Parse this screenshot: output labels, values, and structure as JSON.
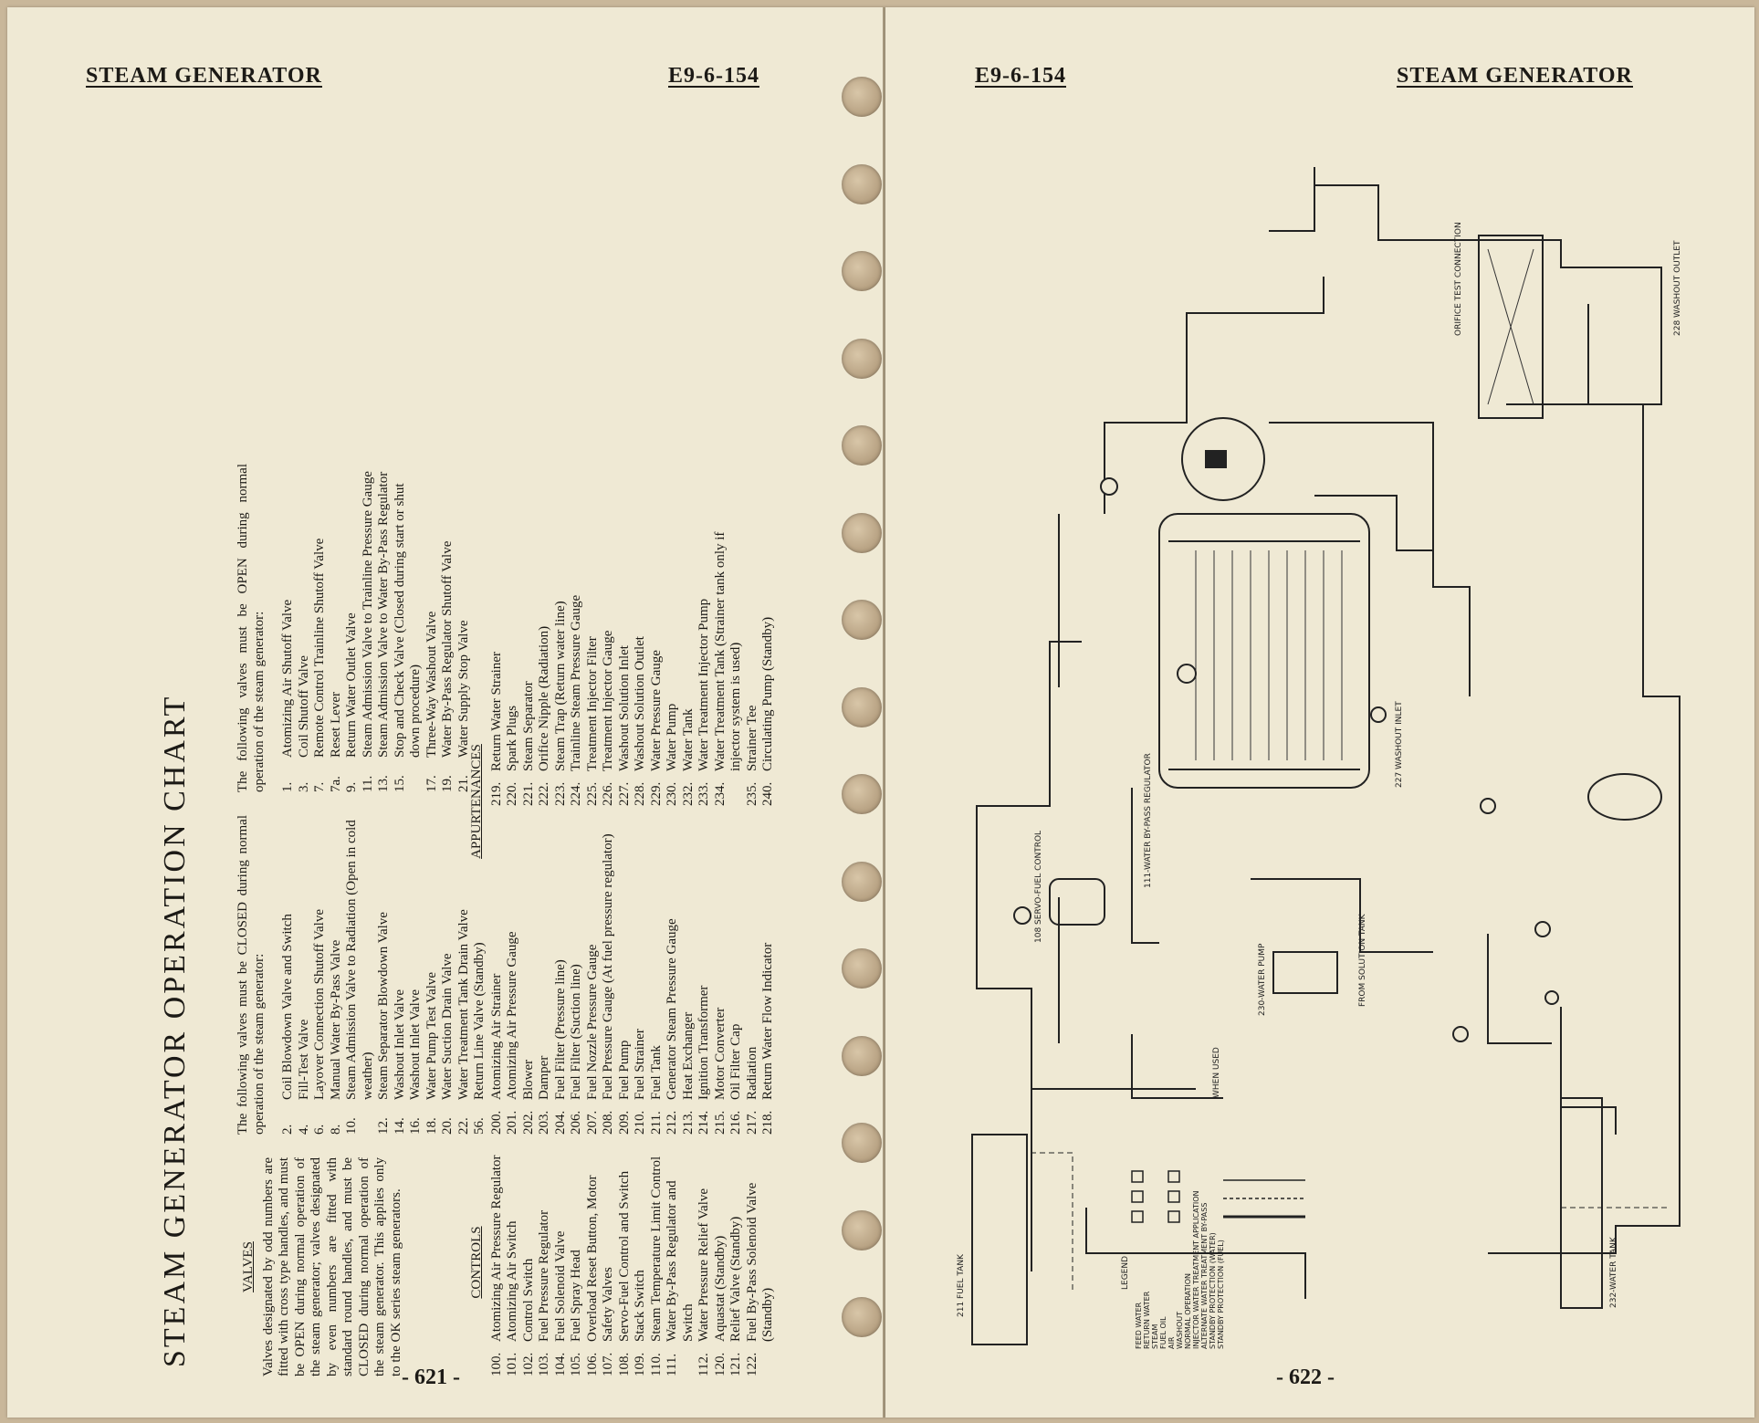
{
  "left": {
    "header_title": "STEAM GENERATOR",
    "header_code": "E9-6-154",
    "folio": "- 621 -",
    "chart_title": "STEAM GENERATOR OPERATION CHART",
    "valves": {
      "title": "VALVES",
      "text": "Valves designated by odd numbers are fitted with cross type handles, and must be OPEN during normal operation of the steam generator; valves designated by even numbers are fitted with standard round handles, and must be CLOSED during normal operation of the steam generator. This applies only to the OK series steam generators."
    },
    "closed": {
      "intro": "The following valves must be CLOSED during normal operation of the steam generator:",
      "items": [
        {
          "num": "2.",
          "label": "Coil Blowdown Valve and Switch"
        },
        {
          "num": "4.",
          "label": "Fill-Test Valve"
        },
        {
          "num": "6.",
          "label": "Layover Connection Shutoff Valve"
        },
        {
          "num": "8.",
          "label": "Manual Water By-Pass Valve"
        },
        {
          "num": "10.",
          "label": "Steam Admission Valve to Radiation (Open in cold weather)"
        },
        {
          "num": "12.",
          "label": "Steam Separator Blowdown Valve"
        },
        {
          "num": "14.",
          "label": "Washout Inlet Valve"
        },
        {
          "num": "16.",
          "label": "Washout Inlet Valve"
        },
        {
          "num": "18.",
          "label": "Water Pump Test Valve"
        },
        {
          "num": "20.",
          "label": "Water Suction Drain Valve"
        },
        {
          "num": "22.",
          "label": "Water Treatment Tank Drain Valve"
        },
        {
          "num": "56.",
          "label": "Return Line Valve (Standby)"
        }
      ]
    },
    "open": {
      "intro": "The following valves must be OPEN during normal operation of the steam generator:",
      "items": [
        {
          "num": "1.",
          "label": "Atomizing Air Shutoff Valve"
        },
        {
          "num": "3.",
          "label": "Coil Shutoff Valve"
        },
        {
          "num": "7.",
          "label": "Remote Control Trainline Shutoff Valve"
        },
        {
          "num": "7a.",
          "label": "Reset Lever"
        },
        {
          "num": "9.",
          "label": "Return Water Outlet Valve"
        },
        {
          "num": "11.",
          "label": "Steam Admission Valve to Trainline Pressure Gauge"
        },
        {
          "num": "13.",
          "label": "Steam Admission Valve to Water By-Pass Regulator"
        },
        {
          "num": "15.",
          "label": "Stop and Check Valve (Closed during start or shut down procedure)"
        },
        {
          "num": "17.",
          "label": "Three-Way Washout Valve"
        },
        {
          "num": "19.",
          "label": "Water By-Pass Regulator Shutoff Valve"
        },
        {
          "num": "21.",
          "label": "Water Supply Stop Valve"
        }
      ]
    },
    "controls": {
      "title": "CONTROLS",
      "items": [
        {
          "num": "100.",
          "label": "Atomizing Air Pressure Regulator"
        },
        {
          "num": "101.",
          "label": "Atomizing Air Switch"
        },
        {
          "num": "102.",
          "label": "Control Switch"
        },
        {
          "num": "103.",
          "label": "Fuel Pressure Regulator"
        },
        {
          "num": "104.",
          "label": "Fuel Solenoid Valve"
        },
        {
          "num": "105.",
          "label": "Fuel Spray Head"
        },
        {
          "num": "106.",
          "label": "Overload Reset Button, Motor"
        },
        {
          "num": "107.",
          "label": "Safety Valves"
        },
        {
          "num": "108.",
          "label": "Servo-Fuel Control and Switch"
        },
        {
          "num": "109.",
          "label": "Stack Switch"
        },
        {
          "num": "110.",
          "label": "Steam Temperature Limit Control"
        },
        {
          "num": "111.",
          "label": "Water By-Pass Regulator and Switch"
        },
        {
          "num": "112.",
          "label": "Water Pressure Relief Valve"
        },
        {
          "num": "120.",
          "label": "Aquastat (Standby)"
        },
        {
          "num": "121.",
          "label": "Relief Valve (Standby)"
        },
        {
          "num": "122.",
          "label": "Fuel By-Pass Solenoid Valve (Standby)"
        }
      ]
    },
    "appurtenances": {
      "title": "APPURTENANCES",
      "items_a": [
        {
          "num": "200.",
          "label": "Atomizing Air Strainer"
        },
        {
          "num": "201.",
          "label": "Atomizing Air Pressure Gauge"
        },
        {
          "num": "202.",
          "label": "Blower"
        },
        {
          "num": "203.",
          "label": "Damper"
        },
        {
          "num": "204.",
          "label": "Fuel Filter (Pressure line)"
        },
        {
          "num": "206.",
          "label": "Fuel Filter (Suction line)"
        },
        {
          "num": "207.",
          "label": "Fuel Nozzle Pressure Gauge"
        },
        {
          "num": "208.",
          "label": "Fuel Pressure Gauge (At fuel pressure regulator)"
        },
        {
          "num": "209.",
          "label": "Fuel Pump"
        },
        {
          "num": "210.",
          "label": "Fuel Strainer"
        },
        {
          "num": "211.",
          "label": "Fuel Tank"
        },
        {
          "num": "212.",
          "label": "Generator Steam Pressure Gauge"
        },
        {
          "num": "213.",
          "label": "Heat Exchanger"
        },
        {
          "num": "214.",
          "label": "Ignition Transformer"
        },
        {
          "num": "215.",
          "label": "Motor Converter"
        },
        {
          "num": "216.",
          "label": "Oil Filter Cap"
        },
        {
          "num": "217.",
          "label": "Radiation"
        },
        {
          "num": "218.",
          "label": "Return Water Flow Indicator"
        }
      ],
      "items_b": [
        {
          "num": "219.",
          "label": "Return Water Strainer"
        },
        {
          "num": "220.",
          "label": "Spark Plugs"
        },
        {
          "num": "221.",
          "label": "Steam Separator"
        },
        {
          "num": "222.",
          "label": "Orifice Nipple (Radiation)"
        },
        {
          "num": "223.",
          "label": "Steam Trap (Return water line)"
        },
        {
          "num": "224.",
          "label": "Trainline Steam Pressure Gauge"
        },
        {
          "num": "225.",
          "label": "Treatment Injector Filter"
        },
        {
          "num": "226.",
          "label": "Treatment Injector Gauge"
        },
        {
          "num": "227.",
          "label": "Washout Solution Inlet"
        },
        {
          "num": "228.",
          "label": "Washout Solution Outlet"
        },
        {
          "num": "229.",
          "label": "Water Pressure Gauge"
        },
        {
          "num": "230.",
          "label": "Water Pump"
        },
        {
          "num": "232.",
          "label": "Water Tank"
        },
        {
          "num": "233.",
          "label": "Water Treatment Injector Pump"
        },
        {
          "num": "234.",
          "label": "Water Treatment Tank (Strainer tank only if injector system is used)"
        },
        {
          "num": "235.",
          "label": "Strainer Tee"
        },
        {
          "num": "240.",
          "label": "Circulating Pump (Standby)"
        }
      ]
    }
  },
  "right": {
    "header_code": "E9-6-154",
    "header_title": "STEAM GENERATOR",
    "folio": "- 622 -",
    "diagram_labels": {
      "fuel_tank": "211 FUEL TANK",
      "water_tank": "232-WATER TANK",
      "servo": "108 SERVO-FUEL CONTROL",
      "water_pump": "230-WATER PUMP",
      "bypass": "111-WATER BY-PASS REGULATOR",
      "legend_title": "LEGEND",
      "legend_items": [
        "FEED WATER",
        "RETURN WATER",
        "STEAM",
        "FUEL OIL",
        "AIR",
        "WASHOUT",
        "NORMAL OPERATION",
        "INJECTOR WATER TREATMENT APPLICATION",
        "ALTERNATE WATER TREATMENT BY-PASS",
        "STANDBY PROTECTION (WATER)",
        "STANDBY PROTECTION (FUEL)"
      ],
      "when_used": "WHEN USED",
      "washout_outlet": "228 WASHOUT OUTLET",
      "washout_inlet": "227 WASHOUT INLET",
      "orifice_tee": "ORIFICE TEST CONNECTION",
      "from_solution": "FROM SOLUTION TANK"
    }
  }
}
